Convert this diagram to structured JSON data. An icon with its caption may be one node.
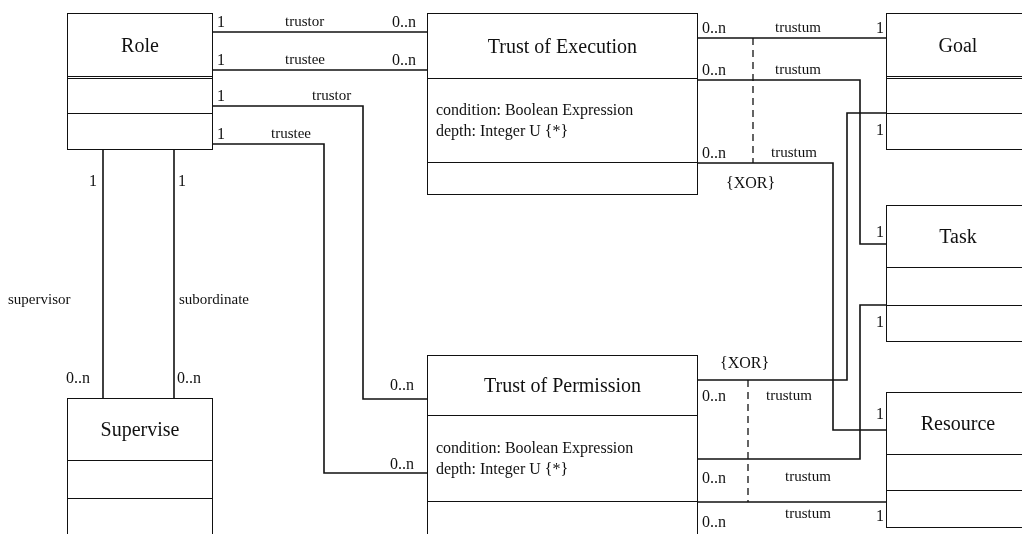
{
  "diagram": {
    "nodes": [
      {
        "text": [
          "Role"
        ]
      },
      {
        "text": [
          "Trust of Execution",
          "condition: Boolean Expression depth: Integer U {*}"
        ]
      },
      {
        "text": [
          "Goal"
        ]
      },
      {
        "text": [
          "Task"
        ]
      },
      {
        "text": [
          "Supervise"
        ]
      },
      {
        "text": [
          "Trust of Permission",
          "condition: Boolean Expression depth: Integer U {*}"
        ]
      },
      {
        "text": [
          "Resource"
        ]
      }
    ],
    "edges": [
      {
        "from": 0,
        "to": 1,
        "arrow": "none",
        "label": "trustor"
      },
      {
        "from": 0,
        "to": 1,
        "arrow": "none",
        "label": "trustee"
      },
      {
        "from": 0,
        "to": 5,
        "arrow": "none",
        "label": "trustor"
      },
      {
        "from": 0,
        "to": 5,
        "arrow": "none",
        "label": "trustee"
      },
      {
        "from": 0,
        "to": 4,
        "arrow": "none",
        "label": "supervisor"
      },
      {
        "from": 0,
        "to": 4,
        "arrow": "none",
        "label": "subordinate"
      },
      {
        "from": 1,
        "to": 2,
        "arrow": "none",
        "label": "trustum"
      },
      {
        "from": 1,
        "to": 3,
        "arrow": "none",
        "label": "trustum"
      },
      {
        "from": 1,
        "to": 6,
        "arrow": "none",
        "label": "trustum"
      },
      {
        "from": 5,
        "to": 2,
        "arrow": "none",
        "label": "trustum"
      },
      {
        "from": 5,
        "to": 3,
        "arrow": "none",
        "label": "trustum"
      },
      {
        "from": 5,
        "to": 6,
        "arrow": "none",
        "label": "trustum"
      }
    ],
    "labels": [
      "1",
      "0..n",
      "1",
      "0..n",
      "1",
      "1",
      "0..n",
      "1",
      "0..n",
      "0..n",
      "1",
      "1",
      "1",
      "{XOR}",
      "1",
      "1",
      "0..n",
      "0..n",
      "0..n",
      "{XOR}",
      "0..n",
      "1",
      "0..n",
      "0..n",
      "0..n",
      "1"
    ]
  }
}
